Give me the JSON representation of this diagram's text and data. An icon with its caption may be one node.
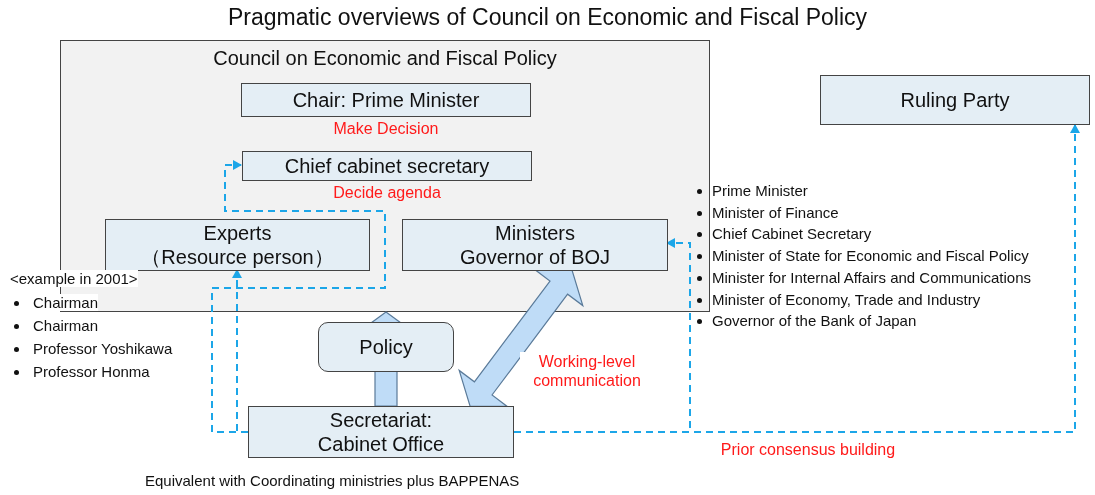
{
  "diagram": {
    "title": "Pragmatic overviews of Council on Economic and Fiscal Policy",
    "nodes": [
      {
        "text": [
          "Council on Economic and Fiscal Policy"
        ]
      },
      {
        "text": [
          "Chair: Prime Minister"
        ],
        "in": 0,
        "beside": [
          "Make Decision"
        ]
      },
      {
        "text": [
          "Chief cabinet secretary"
        ],
        "in": 0,
        "beside": [
          "Decide agenda"
        ]
      },
      {
        "text": [
          "Experts",
          "（Resource person）"
        ],
        "in": 0
      },
      {
        "text": [
          "Ministers",
          "Governor of BOJ"
        ],
        "in": 0
      },
      {
        "text": [
          "Policy"
        ]
      },
      {
        "text": [
          "Secretariat: Cabinet Office"
        ]
      },
      {
        "text": [
          "Ruling Party"
        ]
      }
    ],
    "edges": [
      {
        "from": 6,
        "to": 0,
        "arrow": "to",
        "style": "thick"
      },
      {
        "from": 6,
        "to": 4,
        "arrow": "both",
        "style": "thick",
        "label": "Working-level communication"
      },
      {
        "from": 6,
        "to": 2,
        "arrow": "to",
        "style": "dashed"
      },
      {
        "from": 6,
        "to": 3,
        "arrow": "to",
        "style": "dashed"
      },
      {
        "from": 6,
        "to": 4,
        "arrow": "to",
        "style": "dashed"
      },
      {
        "from": 6,
        "to": 7,
        "arrow": "to",
        "style": "dashed",
        "label": "Prior consensus building"
      }
    ],
    "labels": [
      "<example in 2001>",
      "Chairman",
      "Chairman",
      "Professor Yoshikawa",
      "Professor Honma",
      "Prime Minister",
      "Minister of Finance",
      "Chief Cabinet Secretary",
      "Minister of State for Economic and Fiscal Policy",
      "Minister for Internal Affairs and Communications",
      "Minister of Economy, Trade and Industry",
      "Governor of the Bank of Japan",
      "Equivalent with Coordinating ministries plus BAPPENAS"
    ]
  }
}
